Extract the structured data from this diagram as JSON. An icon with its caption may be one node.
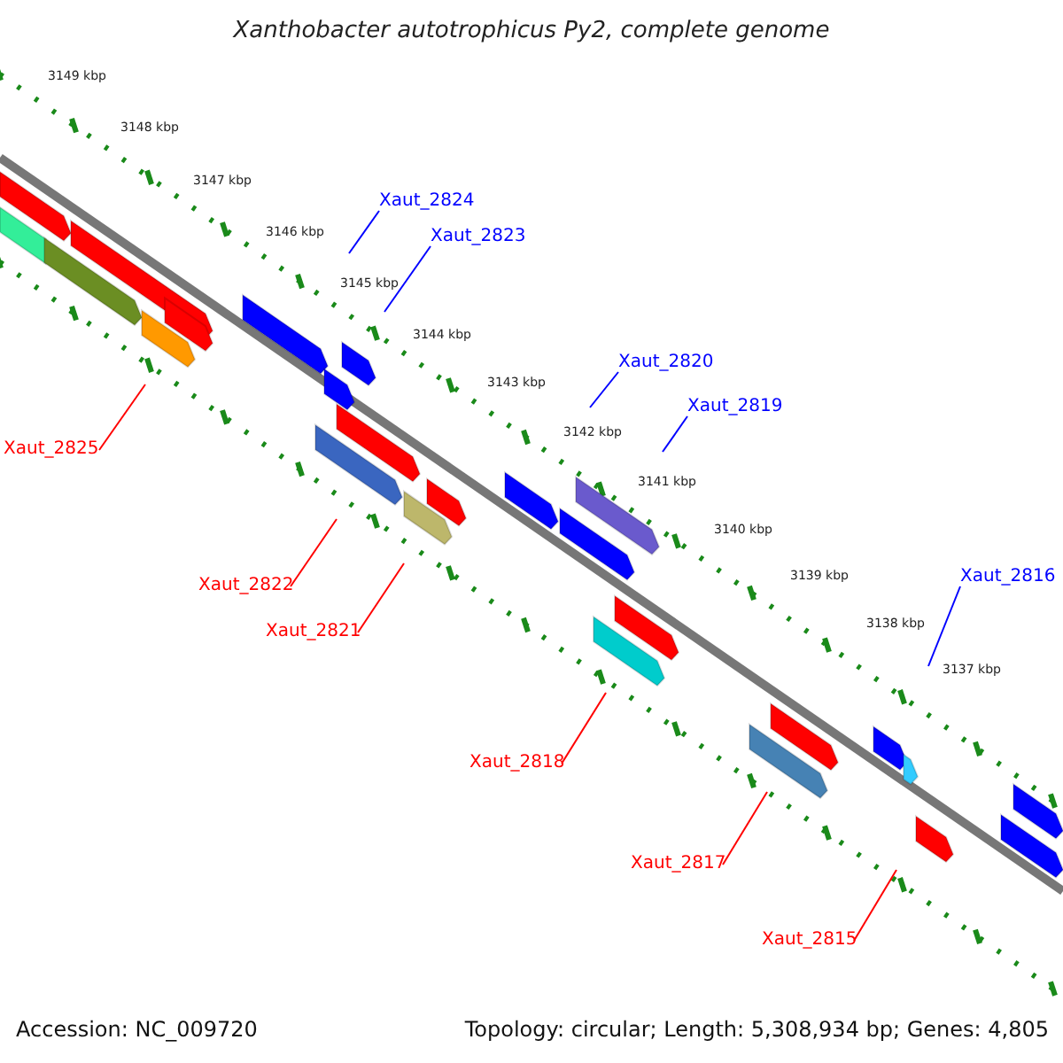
{
  "diagram": {
    "title": "Xanthobacter autotrophicus Py2, complete genome",
    "nodes": [
      {
        "text": [
          "Xaut_2824"
        ]
      },
      {
        "text": [
          "Xaut_2823"
        ]
      },
      {
        "text": [
          "Xaut_2820"
        ]
      },
      {
        "text": [
          "Xaut_2819"
        ]
      },
      {
        "text": [
          "Xaut_2825"
        ]
      },
      {
        "text": [
          "Xaut_2816"
        ]
      },
      {
        "text": [
          "Xaut_2822"
        ]
      },
      {
        "text": [
          "Xaut_2821"
        ]
      },
      {
        "text": [
          "Xaut_2818"
        ]
      },
      {
        "text": [
          "Xaut_2817"
        ]
      },
      {
        "text": [
          "Xaut_2815"
        ]
      }
    ],
    "edges": [
      {
        "from": 0,
        "to": null,
        "arrow": "none",
        "color": "#0000ff"
      },
      {
        "from": 1,
        "to": null,
        "arrow": "none",
        "color": "#0000ff"
      },
      {
        "from": 2,
        "to": null,
        "arrow": "none",
        "color": "#0000ff"
      },
      {
        "from": 3,
        "to": null,
        "arrow": "none",
        "color": "#0000ff"
      },
      {
        "from": 4,
        "to": null,
        "arrow": "none"
      },
      {
        "from": 5,
        "to": null,
        "arrow": "none",
        "color": "#0000ff"
      },
      {
        "from": 6,
        "to": null,
        "arrow": "none"
      },
      {
        "from": 7,
        "to": null,
        "arrow": "none"
      },
      {
        "from": 8,
        "to": null,
        "arrow": "none"
      },
      {
        "from": 9,
        "to": null,
        "arrow": "none"
      },
      {
        "from": 10,
        "to": null,
        "arrow": "none"
      }
    ],
    "labels": [
      "3149 kbp",
      "3148 kbp",
      "3147 kbp",
      "3146 kbp",
      "3145 kbp",
      "3144 kbp",
      "3143 kbp",
      "3142 kbp",
      "3141 kbp",
      "3140 kbp",
      "3139 kbp",
      "3138 kbp",
      "3137 kbp",
      "Accession: NC_009720",
      "Topology: circular; Length: 5,308,934 bp; Genes: 4,805"
    ]
  }
}
